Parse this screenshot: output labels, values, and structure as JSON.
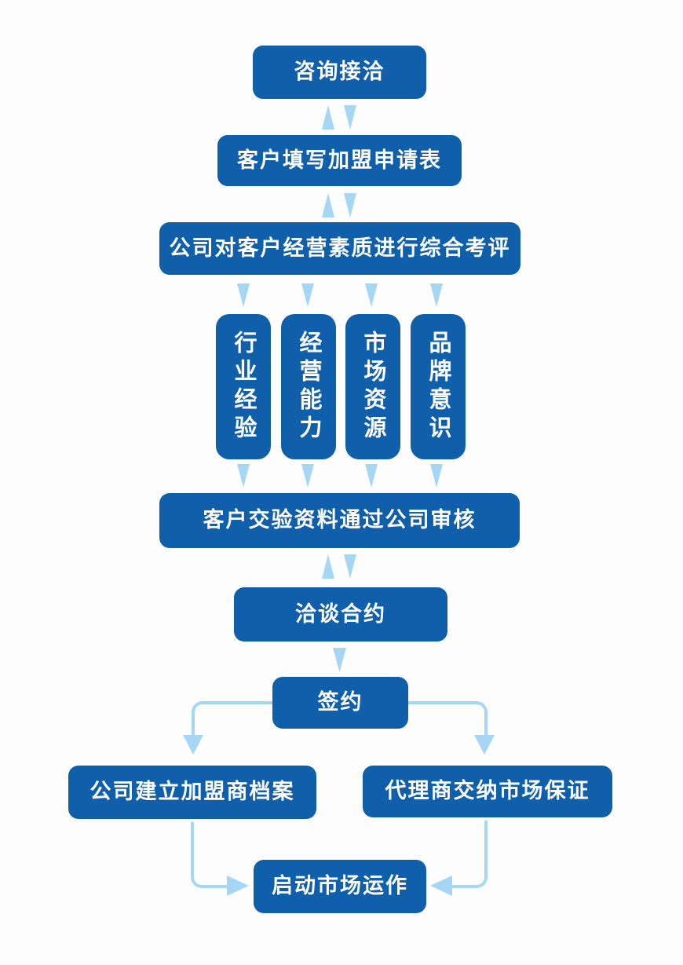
{
  "diagram": {
    "type": "flowchart",
    "title": "",
    "nodes": {
      "consult": "咨询接洽",
      "apply": "客户填写加盟申请表",
      "evaluate": "公司对客户经营素质进行综合考评",
      "review": "客户交验资料通过公司审核",
      "negotiate": "洽谈合约",
      "sign": "签约",
      "archive": "公司建立加盟商档案",
      "deposit": "代理商交纳市场保证",
      "launch": "启动市场运作"
    },
    "criteria": [
      "行业经验",
      "经营能力",
      "市场资源",
      "品牌意识"
    ],
    "colors": {
      "node_fill": "#0f5fab",
      "arrow": "#a5d7f4",
      "node_text": "#ffffff",
      "background": "#fdfdfd"
    }
  }
}
